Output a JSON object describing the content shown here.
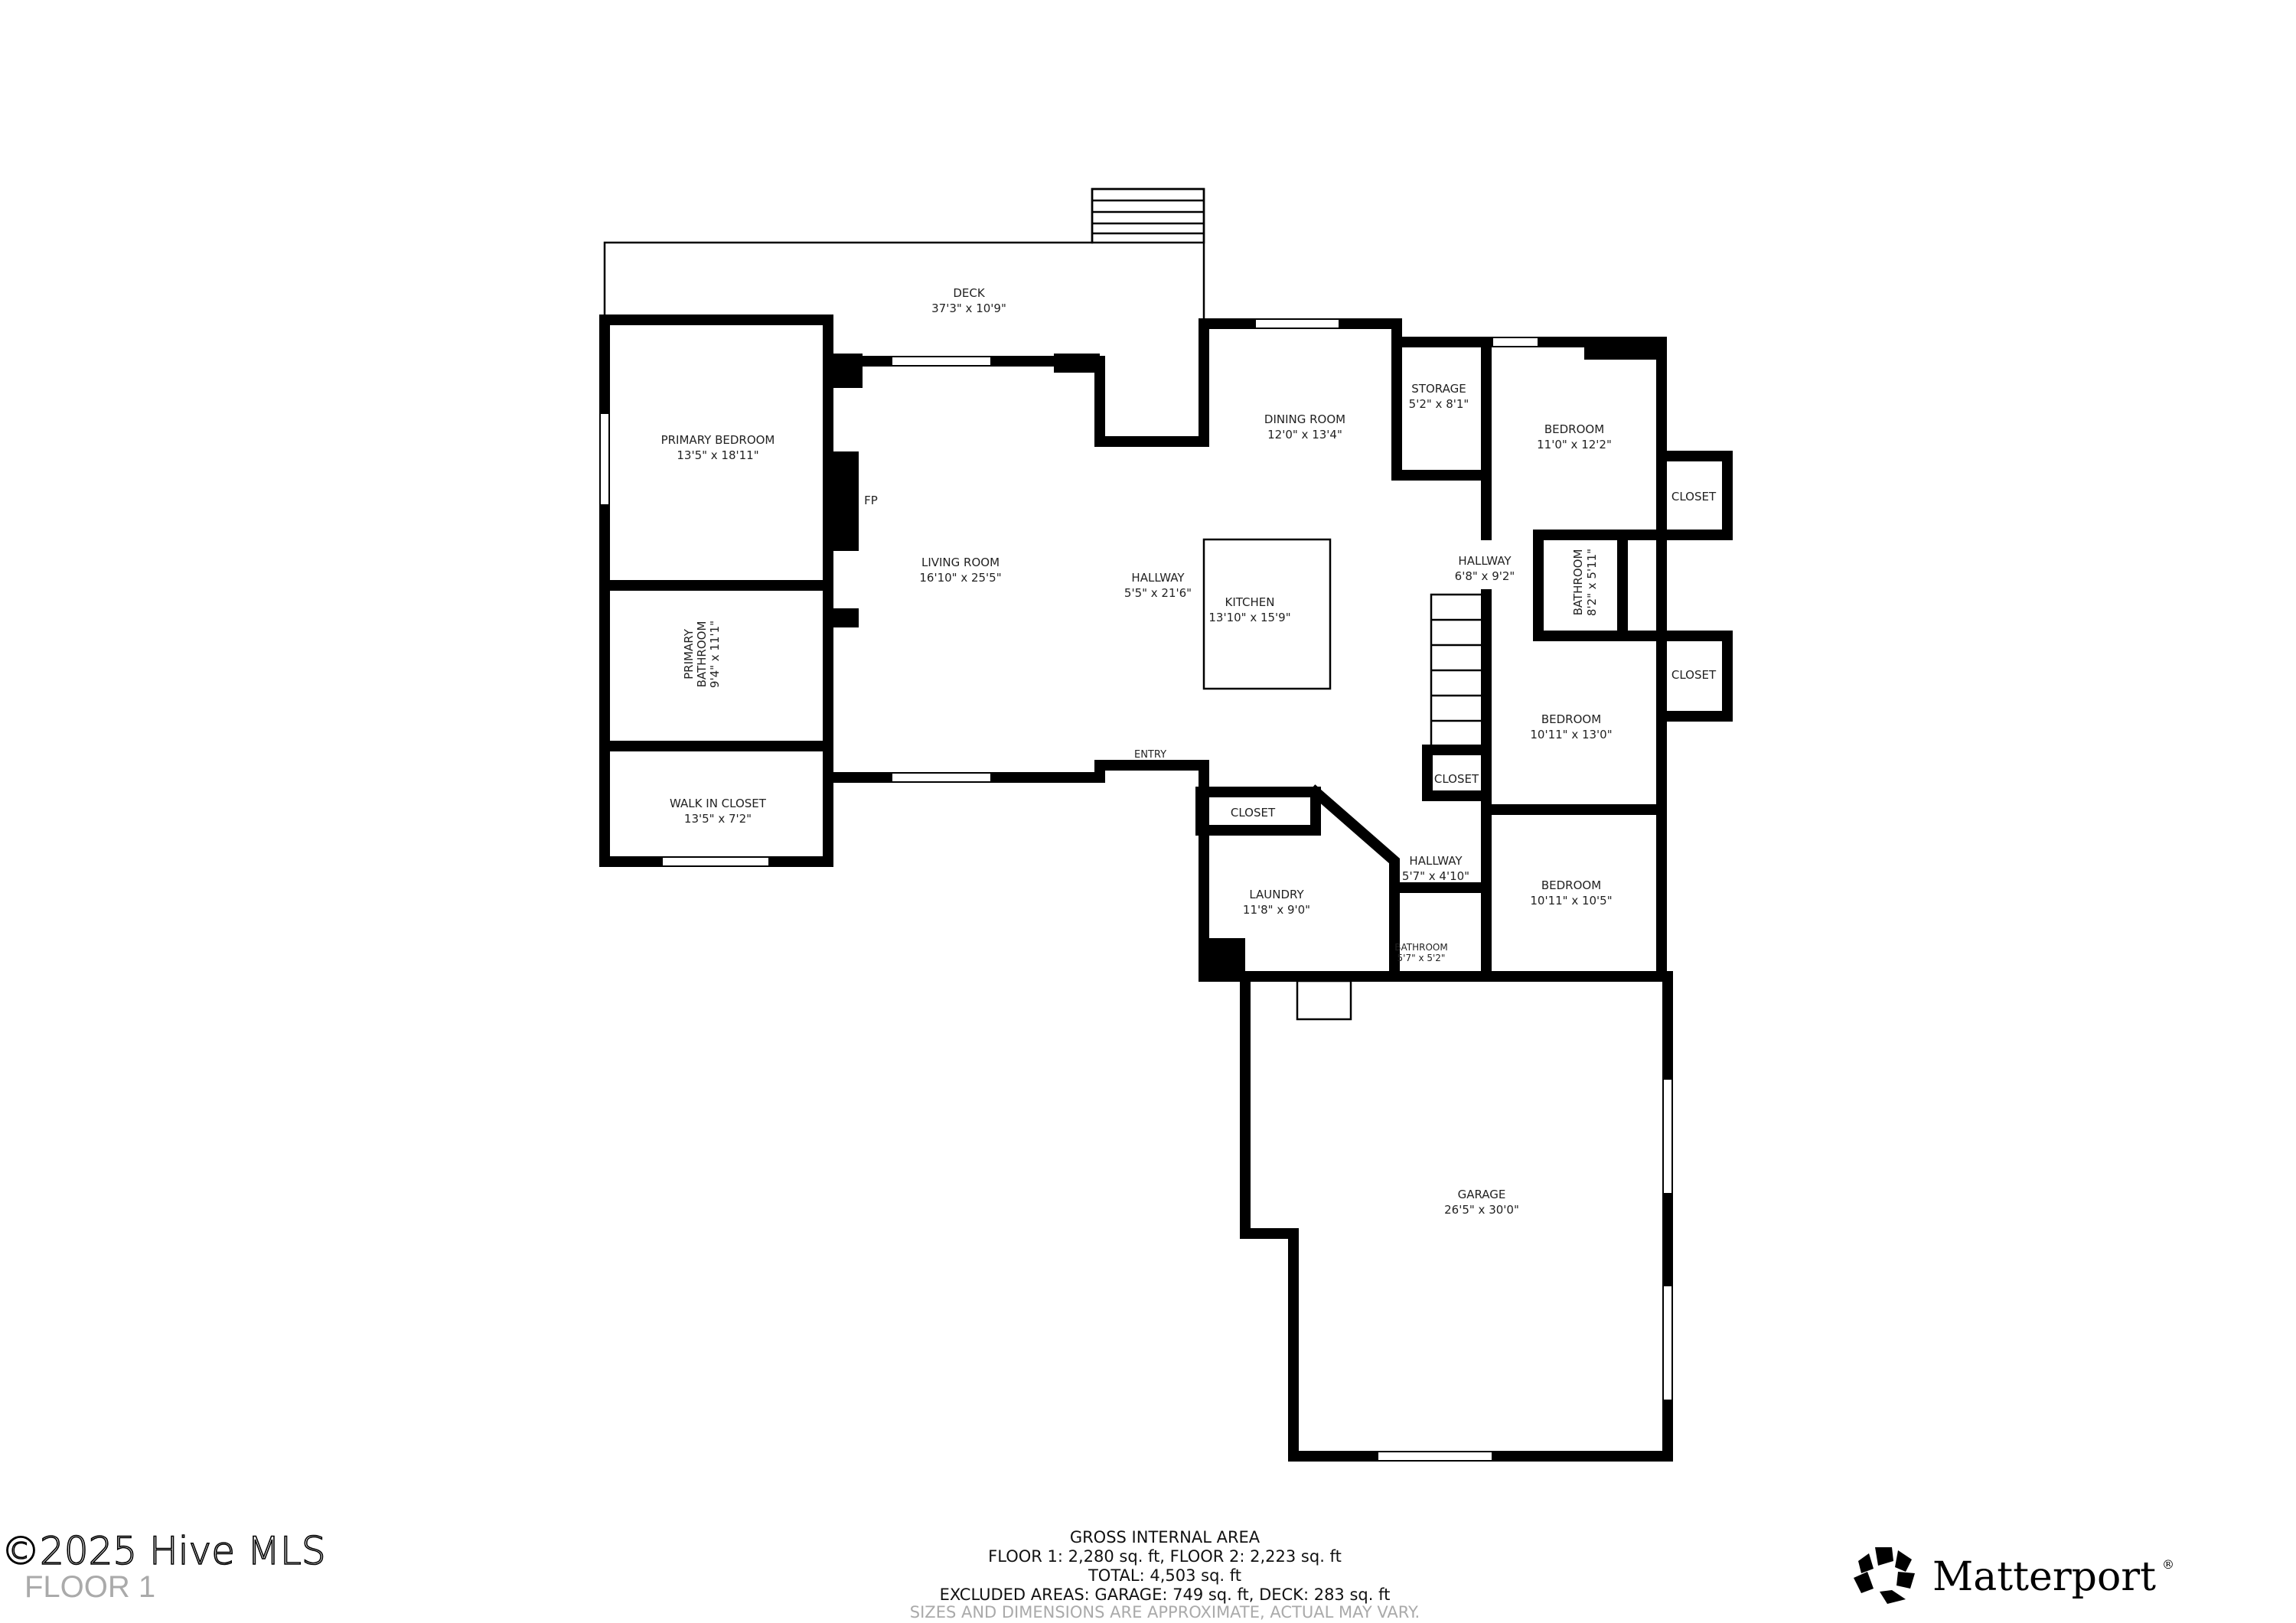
{
  "rooms": {
    "deck": {
      "name": "DECK",
      "dim": "37'3\" x 10'9\""
    },
    "primary_bedroom": {
      "name": "PRIMARY BEDROOM",
      "dim": "13'5\" x 18'11\""
    },
    "living_room": {
      "name": "LIVING ROOM",
      "dim": "16'10\" x 25'5\""
    },
    "fireplace": {
      "name": "FP"
    },
    "hallway_main": {
      "name": "HALLWAY",
      "dim": "5'5\" x 21'6\""
    },
    "kitchen": {
      "name": "KITCHEN",
      "dim": "13'10\" x 15'9\""
    },
    "dining_room": {
      "name": "DINING ROOM",
      "dim": "12'0\" x 13'4\""
    },
    "storage": {
      "name": "STORAGE",
      "dim": "5'2\" x 8'1\""
    },
    "bedroom_1": {
      "name": "BEDROOM",
      "dim": "11'0\" x 12'2\""
    },
    "closet_1": {
      "name": "CLOSET"
    },
    "hallway_2": {
      "name": "HALLWAY",
      "dim": "6'8\" x 9'2\""
    },
    "bathroom_1": {
      "name": "BATHROOM",
      "dim": "8'2\" x 5'11\""
    },
    "closet_2": {
      "name": "CLOSET"
    },
    "bedroom_2": {
      "name": "BEDROOM",
      "dim": "10'11\" x 13'0\""
    },
    "closet_3": {
      "name": "CLOSET"
    },
    "hallway_3": {
      "name": "HALLWAY",
      "dim": "5'7\" x 4'10\""
    },
    "bedroom_3": {
      "name": "BEDROOM",
      "dim": "10'11\" x 10'5\""
    },
    "bathroom_2": {
      "name": "BATHROOM",
      "dim": "5'7\" x 5'2\""
    },
    "laundry": {
      "name": "LAUNDRY",
      "dim": "11'8\" x 9'0\""
    },
    "closet_4": {
      "name": "CLOSET"
    },
    "entry": {
      "name": "ENTRY"
    },
    "primary_bathroom": {
      "name1": "PRIMARY",
      "name2": "BATHROOM",
      "dim": "9'4\" x 11'1\""
    },
    "walk_in_closet": {
      "name": "WALK IN CLOSET",
      "dim": "13'5\" x 7'2\""
    },
    "garage": {
      "name": "GARAGE",
      "dim": "26'5\" x 30'0\""
    }
  },
  "summary": {
    "title": "GROSS INTERNAL AREA",
    "floors": "FLOOR 1: 2,280 sq. ft, FLOOR 2: 2,223 sq. ft",
    "total": "TOTAL: 4,503 sq. ft",
    "excluded": "EXCLUDED AREAS: GARAGE: 749 sq. ft, DECK: 283 sq. ft",
    "disclaimer": "SIZES AND DIMENSIONS ARE APPROXIMATE, ACTUAL MAY VARY."
  },
  "watermark": "©2025 Hive MLS",
  "floor_label": "FLOOR 1",
  "brand": "Matterport",
  "brand_mark": "®"
}
